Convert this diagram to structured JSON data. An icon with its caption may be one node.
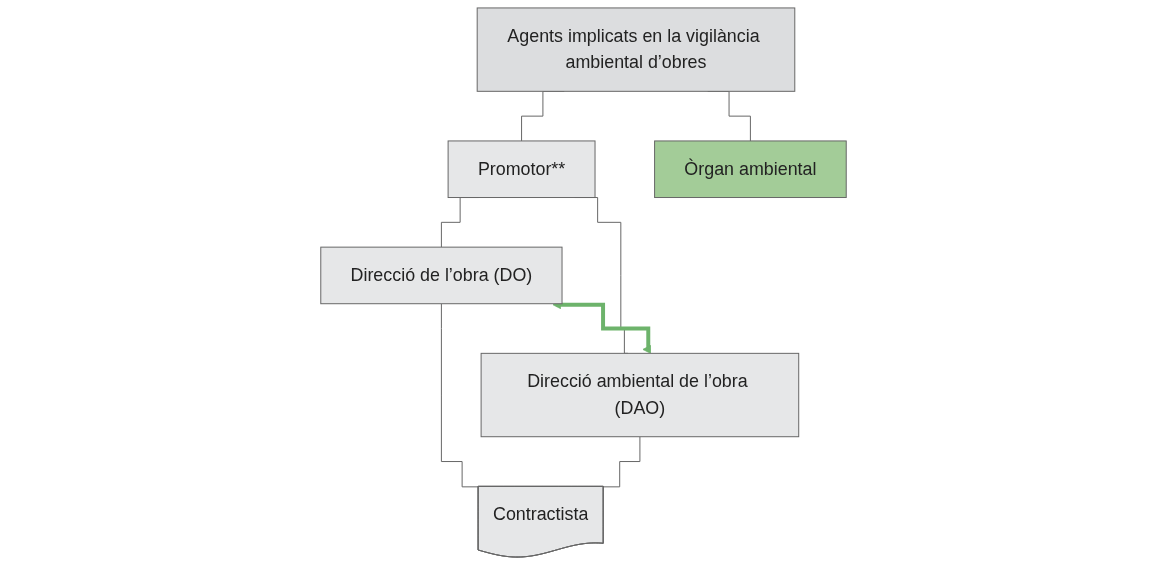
{
  "diagram": {
    "nodes": [
      {
        "text": [
          "Agents implicats en la vigilància ambiental d’obres"
        ]
      },
      {
        "text": [
          "Promotor**"
        ]
      },
      {
        "text": [
          "Òrgan ambiental"
        ]
      },
      {
        "text": [
          "Direcció de l’obra (DO)"
        ]
      },
      {
        "text": [
          "Direcció ambiental de l’obra (DAO)"
        ]
      },
      {
        "text": [
          "Contractista"
        ]
      }
    ],
    "edges": [
      {
        "from": 0,
        "to": 1,
        "arrow": "none"
      },
      {
        "from": 0,
        "to": 2,
        "arrow": "none"
      },
      {
        "from": 1,
        "to": 3,
        "arrow": "none"
      },
      {
        "from": 1,
        "to": 4,
        "arrow": "none"
      },
      {
        "from": 3,
        "to": 4,
        "arrow": "both",
        "style": "thick",
        "color": "#6db36b"
      },
      {
        "from": 3,
        "to": 5,
        "arrow": "none"
      },
      {
        "from": 4,
        "to": 5,
        "arrow": "none"
      }
    ]
  }
}
